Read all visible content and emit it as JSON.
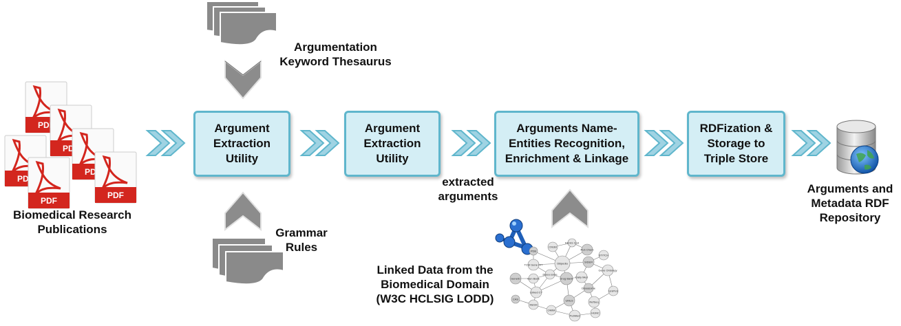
{
  "labels": {
    "thesaurus": [
      "Argumentation",
      "Keyword Thesaurus"
    ],
    "grammar": [
      "Grammar",
      "Rules"
    ],
    "publications": [
      "Biomedical Research",
      "Publications"
    ],
    "extracted": [
      "extracted",
      "arguments"
    ],
    "linked_data": [
      "Linked Data from the",
      "Biomedical Domain",
      "(W3C HCLSIG LODD)"
    ],
    "repository": [
      "Arguments and",
      "Metadata RDF",
      "Repository"
    ]
  },
  "boxes": [
    [
      "Argument",
      "Extraction",
      "Utility"
    ],
    [
      "Argument",
      "Extraction",
      "Utility"
    ],
    [
      "Arguments Name-",
      "Entities Recognition,",
      "Enrichment & Linkage"
    ],
    [
      "RDFization &",
      "Storage to",
      "Triple Store"
    ]
  ],
  "pdf_label": "PDF",
  "lod_nodes": [
    "PDB",
    "ChEBI",
    "KEGG Cpd",
    "Pub Chem",
    "TCM Gene DIT",
    "DBpedia",
    "SIDER",
    "STITCH",
    "Gene Ontology",
    "Drug Bank",
    "Daily Med",
    "Disea some",
    "GeneID",
    "Gen Bank",
    "Linked CT",
    "Diseasome",
    "RefSeq",
    "UniProt",
    "CAS",
    "MeSH",
    "OMIM",
    "UMLS",
    "PubMed",
    "HGNC"
  ],
  "colors": {
    "box_fill": "#d4eef5",
    "box_border": "#5fb6cc",
    "chevron": "#5fb6cc",
    "gray_arrow": "#8c8c8c",
    "pdf_red": "#d3261e",
    "molecule_blue": "#1f5fb8"
  }
}
